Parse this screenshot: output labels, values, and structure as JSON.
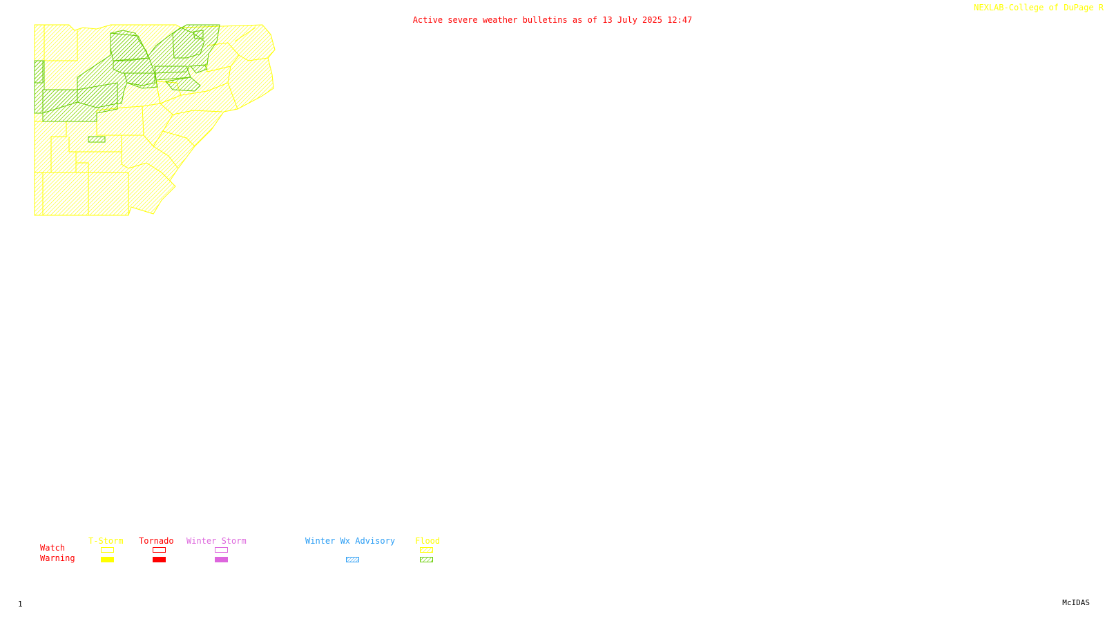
{
  "header": {
    "title": "Active severe weather bulletins as of 13 July 2025 12:47",
    "credit": "NEXLAB-College of DuPage R"
  },
  "footer": {
    "frame_number": "1",
    "software": "McIDAS"
  },
  "legend": {
    "row_watch": "Watch",
    "row_warning": "Warning",
    "columns": [
      {
        "label": "T-Storm",
        "color": "#ffff00"
      },
      {
        "label": "Tornado",
        "color": "#ff0000"
      },
      {
        "label": "Winter Storm",
        "color": "#dd66dd"
      },
      {
        "label": "Winter Wx Advisory",
        "color": "#2a9df4"
      },
      {
        "label": "Flood",
        "color": "#ffff00"
      }
    ]
  },
  "map": {
    "flood_watch_color": "#ffff00",
    "flood_warning_color": "#66cc00"
  }
}
